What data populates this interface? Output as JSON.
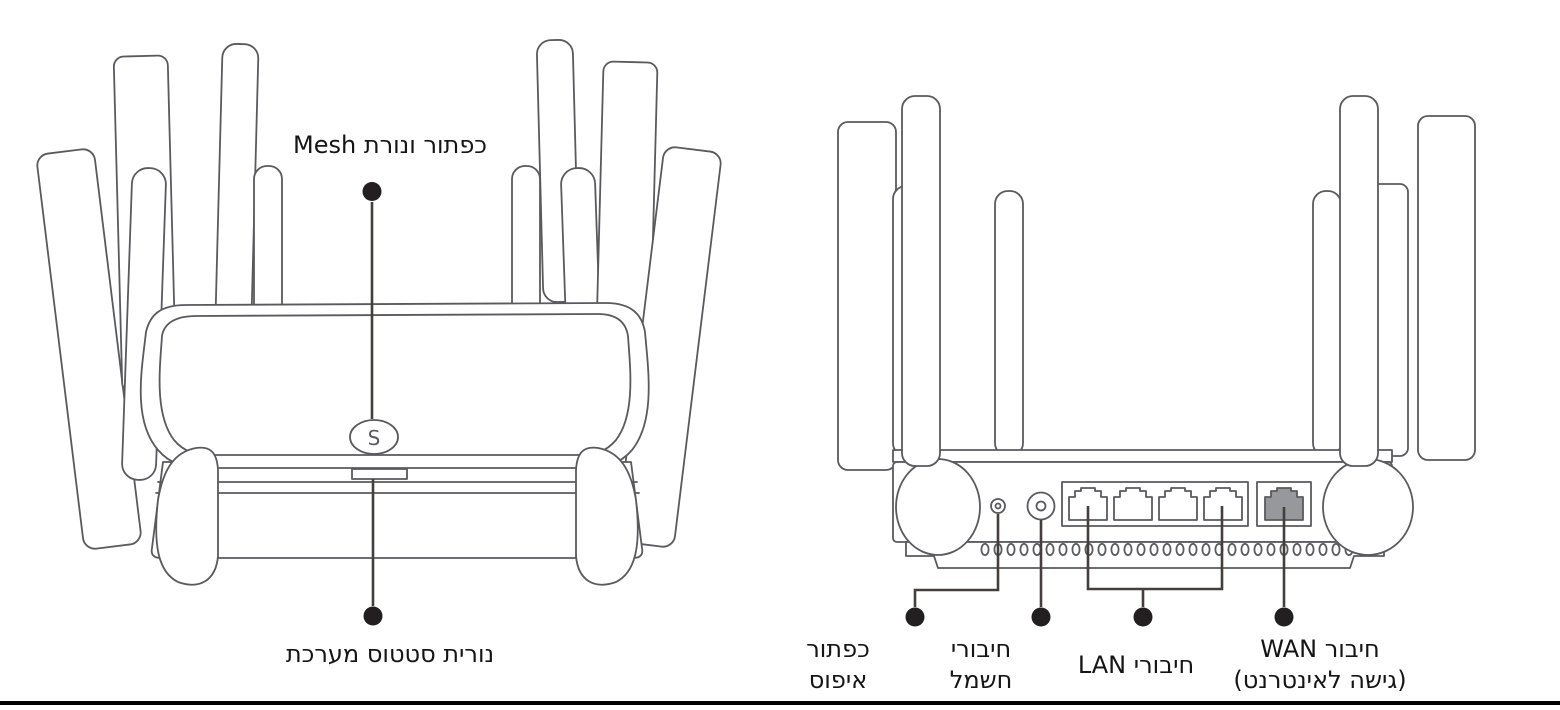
{
  "front_view": {
    "mesh_button_label": "כפתור ונורת Mesh",
    "status_led_label": "נורית סטטוס מערכת",
    "mesh_button_glyph": "S"
  },
  "back_view": {
    "reset_label": "כפתור\nאיפוס",
    "power_label": "חיבורי\nחשמל",
    "lan_label": "חיבורי LAN",
    "wan_label": "חיבור WAN\n(גישה לאינטרנט)",
    "lan_port_count": 4,
    "wan_port_count": 1
  },
  "colors": {
    "line": "#595a5e",
    "callout": "#453f3c",
    "dot": "#231f20",
    "wan_fill": "#97989b",
    "text": "#151515",
    "rule": "#000000",
    "background": "#ffffff"
  }
}
